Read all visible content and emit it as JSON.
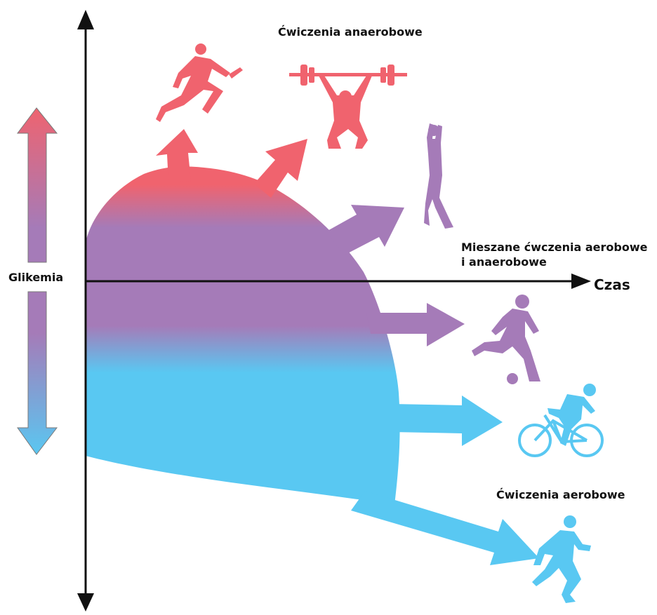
{
  "labels": {
    "anaerobic": "Ćwiczenia anaerobowe",
    "mixed_line1": "Mieszane ćwczenia aerobowe",
    "mixed_line2": "i anaerobowe",
    "aerobic": "Ćwiczenia aerobowe",
    "glycemia": "Glikemia",
    "time": "Czas"
  },
  "colors": {
    "anaerobic": "#f0636e",
    "mixed": "#a57bb8",
    "aerobic": "#59c8f2",
    "axis": "#111111"
  },
  "icons": [
    "sprinter-icon",
    "weightlifter-icon",
    "basketball-player-icon",
    "soccer-player-icon",
    "cyclist-icon",
    "runner-icon"
  ]
}
